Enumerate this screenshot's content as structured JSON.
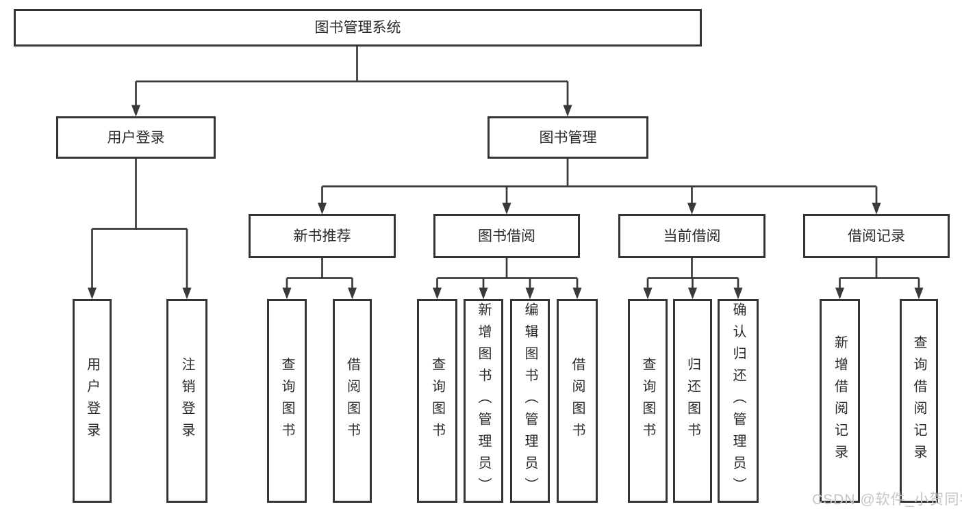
{
  "diagram": {
    "title": "图书管理系统",
    "root": {
      "label": "图书管理系统"
    },
    "branches": [
      {
        "label": "用户登录",
        "children": [
          {
            "label": "用户登录"
          },
          {
            "label": "注销登录"
          }
        ]
      },
      {
        "label": "图书管理",
        "children": [
          {
            "label": "新书推荐",
            "children": [
              {
                "label": "查询图书"
              },
              {
                "label": "借阅图书"
              }
            ]
          },
          {
            "label": "图书借阅",
            "children": [
              {
                "label": "查询图书"
              },
              {
                "label": "新增图书（管理员）"
              },
              {
                "label": "编辑图书（管理员）"
              },
              {
                "label": "借阅图书"
              }
            ]
          },
          {
            "label": "当前借阅",
            "children": [
              {
                "label": "查询图书"
              },
              {
                "label": "归还图书"
              },
              {
                "label": "确认归还（管理员）"
              }
            ]
          },
          {
            "label": "借阅记录",
            "children": [
              {
                "label": "新增借阅记录"
              },
              {
                "label": "查询借阅记录"
              }
            ]
          }
        ]
      }
    ]
  },
  "watermark": {
    "text": "CSDN @软件_小贺同学",
    "color": "#c5c5c5"
  },
  "colors": {
    "background": "#ffffff",
    "box_border": "#343434",
    "line": "#3a3a3a",
    "text": "#2b2b2b",
    "watermark": "#c5c5c5"
  }
}
